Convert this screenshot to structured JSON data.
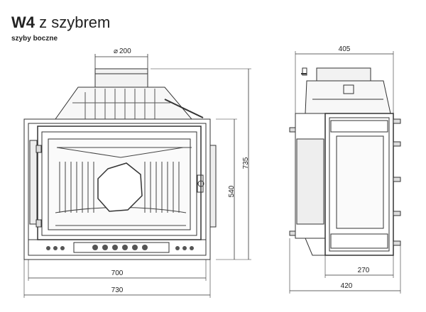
{
  "header": {
    "model": "W4",
    "variant": "z szybrem",
    "subtitle": "szyby boczne"
  },
  "dimensions": {
    "flue_diameter": "200",
    "front_width_inner": "700",
    "front_width_outer": "730",
    "front_height_inner": "540",
    "front_height_outer": "735",
    "side_top_depth": "405",
    "side_bottom_depth_inner": "270",
    "side_bottom_depth_outer": "420"
  }
}
